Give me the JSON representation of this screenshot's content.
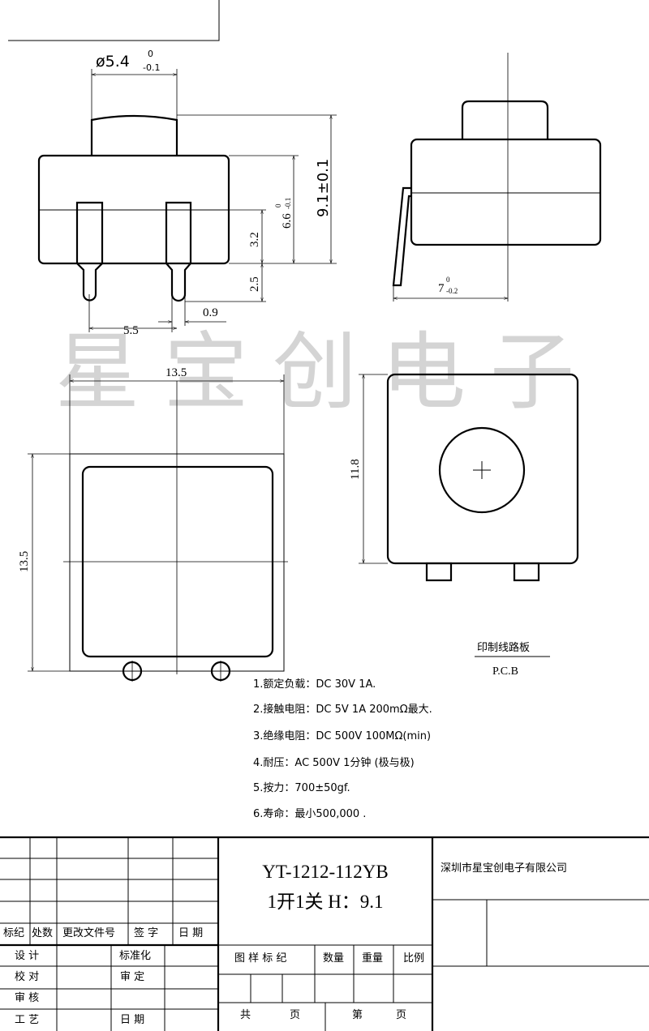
{
  "watermark": "星宝创电子",
  "front_view": {
    "button_dia": "ø5.4",
    "button_tol_upper": "0",
    "button_tol_lower": "-0.1",
    "height_total": "9.1±0.1",
    "body_height": "6.6",
    "body_tol_upper": "0",
    "body_tol_lower": "-0.1",
    "pin_upper": "3.2",
    "pin_lower": "2.5",
    "pin_width": "0.9",
    "pin_pitch": "5.5"
  },
  "side_view": {
    "depth": "7",
    "depth_tol_upper": "0",
    "depth_tol_lower": "-0.2"
  },
  "bottom_view": {
    "width": "13.5",
    "height": "13.5"
  },
  "top_view": {
    "height": "11.8"
  },
  "pcb": {
    "label_cn": "印制线路板",
    "label_en": "P.C.B"
  },
  "specs": [
    "1.额定负载：DC 30V 1A.",
    "2.接触电阻：DC 5V 1A 200mΩ最大.",
    "3.绝缘电阻：DC  500V 100MΩ(min)",
    "4.耐压：AC 500V 1分钟 (极与极)",
    "5.按力：700±50gf.",
    "6.寿命：最小500,000 ."
  ],
  "title_block": {
    "part_number": "YT-1212-112YB",
    "description": "1开1关  H：9.1",
    "company": "深圳市星宝创电子有限公司",
    "revision_headers": [
      "标纪",
      "处数",
      "更改文件号",
      "签 字",
      "日 期"
    ],
    "roles_left": [
      "设 计",
      "校 对",
      "审 核",
      "工 艺"
    ],
    "roles_right": [
      "标准化",
      "审  定",
      "",
      "日 期"
    ],
    "drawing_headers": [
      "图 样 标 纪",
      "数量",
      "重量",
      "比例"
    ],
    "page_total": "共",
    "page_unit": "页",
    "page_current": "第",
    "page_unit2": "页"
  }
}
